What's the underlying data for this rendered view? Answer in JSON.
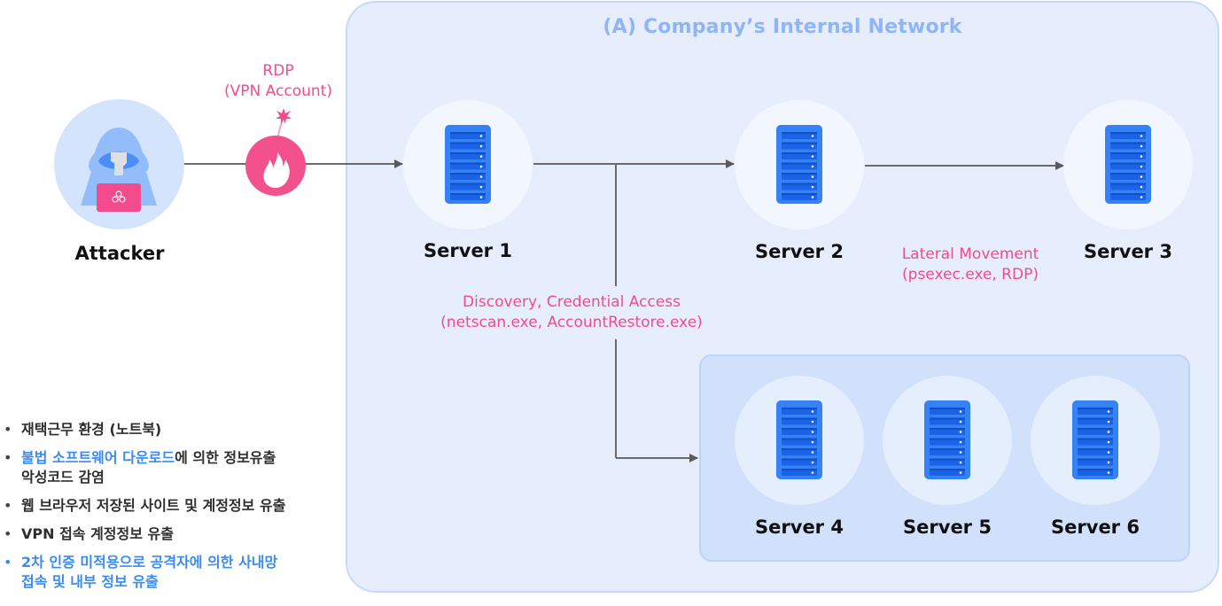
{
  "network": {
    "title": "(A) Company’s Internal Network"
  },
  "attacker": {
    "label": "Attacker",
    "icon": "hooded-hacker-icon"
  },
  "entry_vector": {
    "line1": "RDP",
    "line2": "(VPN Account)",
    "icon": "bomb-fire-icon"
  },
  "servers": [
    {
      "id": "server-1",
      "label": "Server 1"
    },
    {
      "id": "server-2",
      "label": "Server 2"
    },
    {
      "id": "server-3",
      "label": "Server 3"
    },
    {
      "id": "server-4",
      "label": "Server 4"
    },
    {
      "id": "server-5",
      "label": "Server 5"
    },
    {
      "id": "server-6",
      "label": "Server 6"
    }
  ],
  "annotations": {
    "discovery": {
      "line1": "Discovery, Credential Access",
      "line2": "(netscan.exe, AccountRestore.exe)"
    },
    "lateral": {
      "line1": "Lateral Movement",
      "line2": "(psexec.exe, RDP)"
    }
  },
  "bullets": [
    {
      "text": "재택근무 환경 (노트북)"
    },
    {
      "highlight": "불법 소프트웨어 다운로드",
      "rest": "에 의한 정보유출",
      "line2": "악성코드 감염"
    },
    {
      "text": "웹 브라우저 저장된 사이트 및 계정정보 유출"
    },
    {
      "text": "VPN 접속 계정정보 유출"
    },
    {
      "line1": "2차 인증 미적용으로 공격자에 의한 사내망",
      "line2": "접속 및 내부 정보 유출"
    }
  ],
  "colors": {
    "accent_pink": "#f34b8b",
    "accent_blue": "#3a8bf5",
    "server_blue": "#2f7cf6",
    "network_bg": "#e6eefe",
    "subnet_bg": "#d1e1fc",
    "title_blue": "#8fb5f8"
  }
}
